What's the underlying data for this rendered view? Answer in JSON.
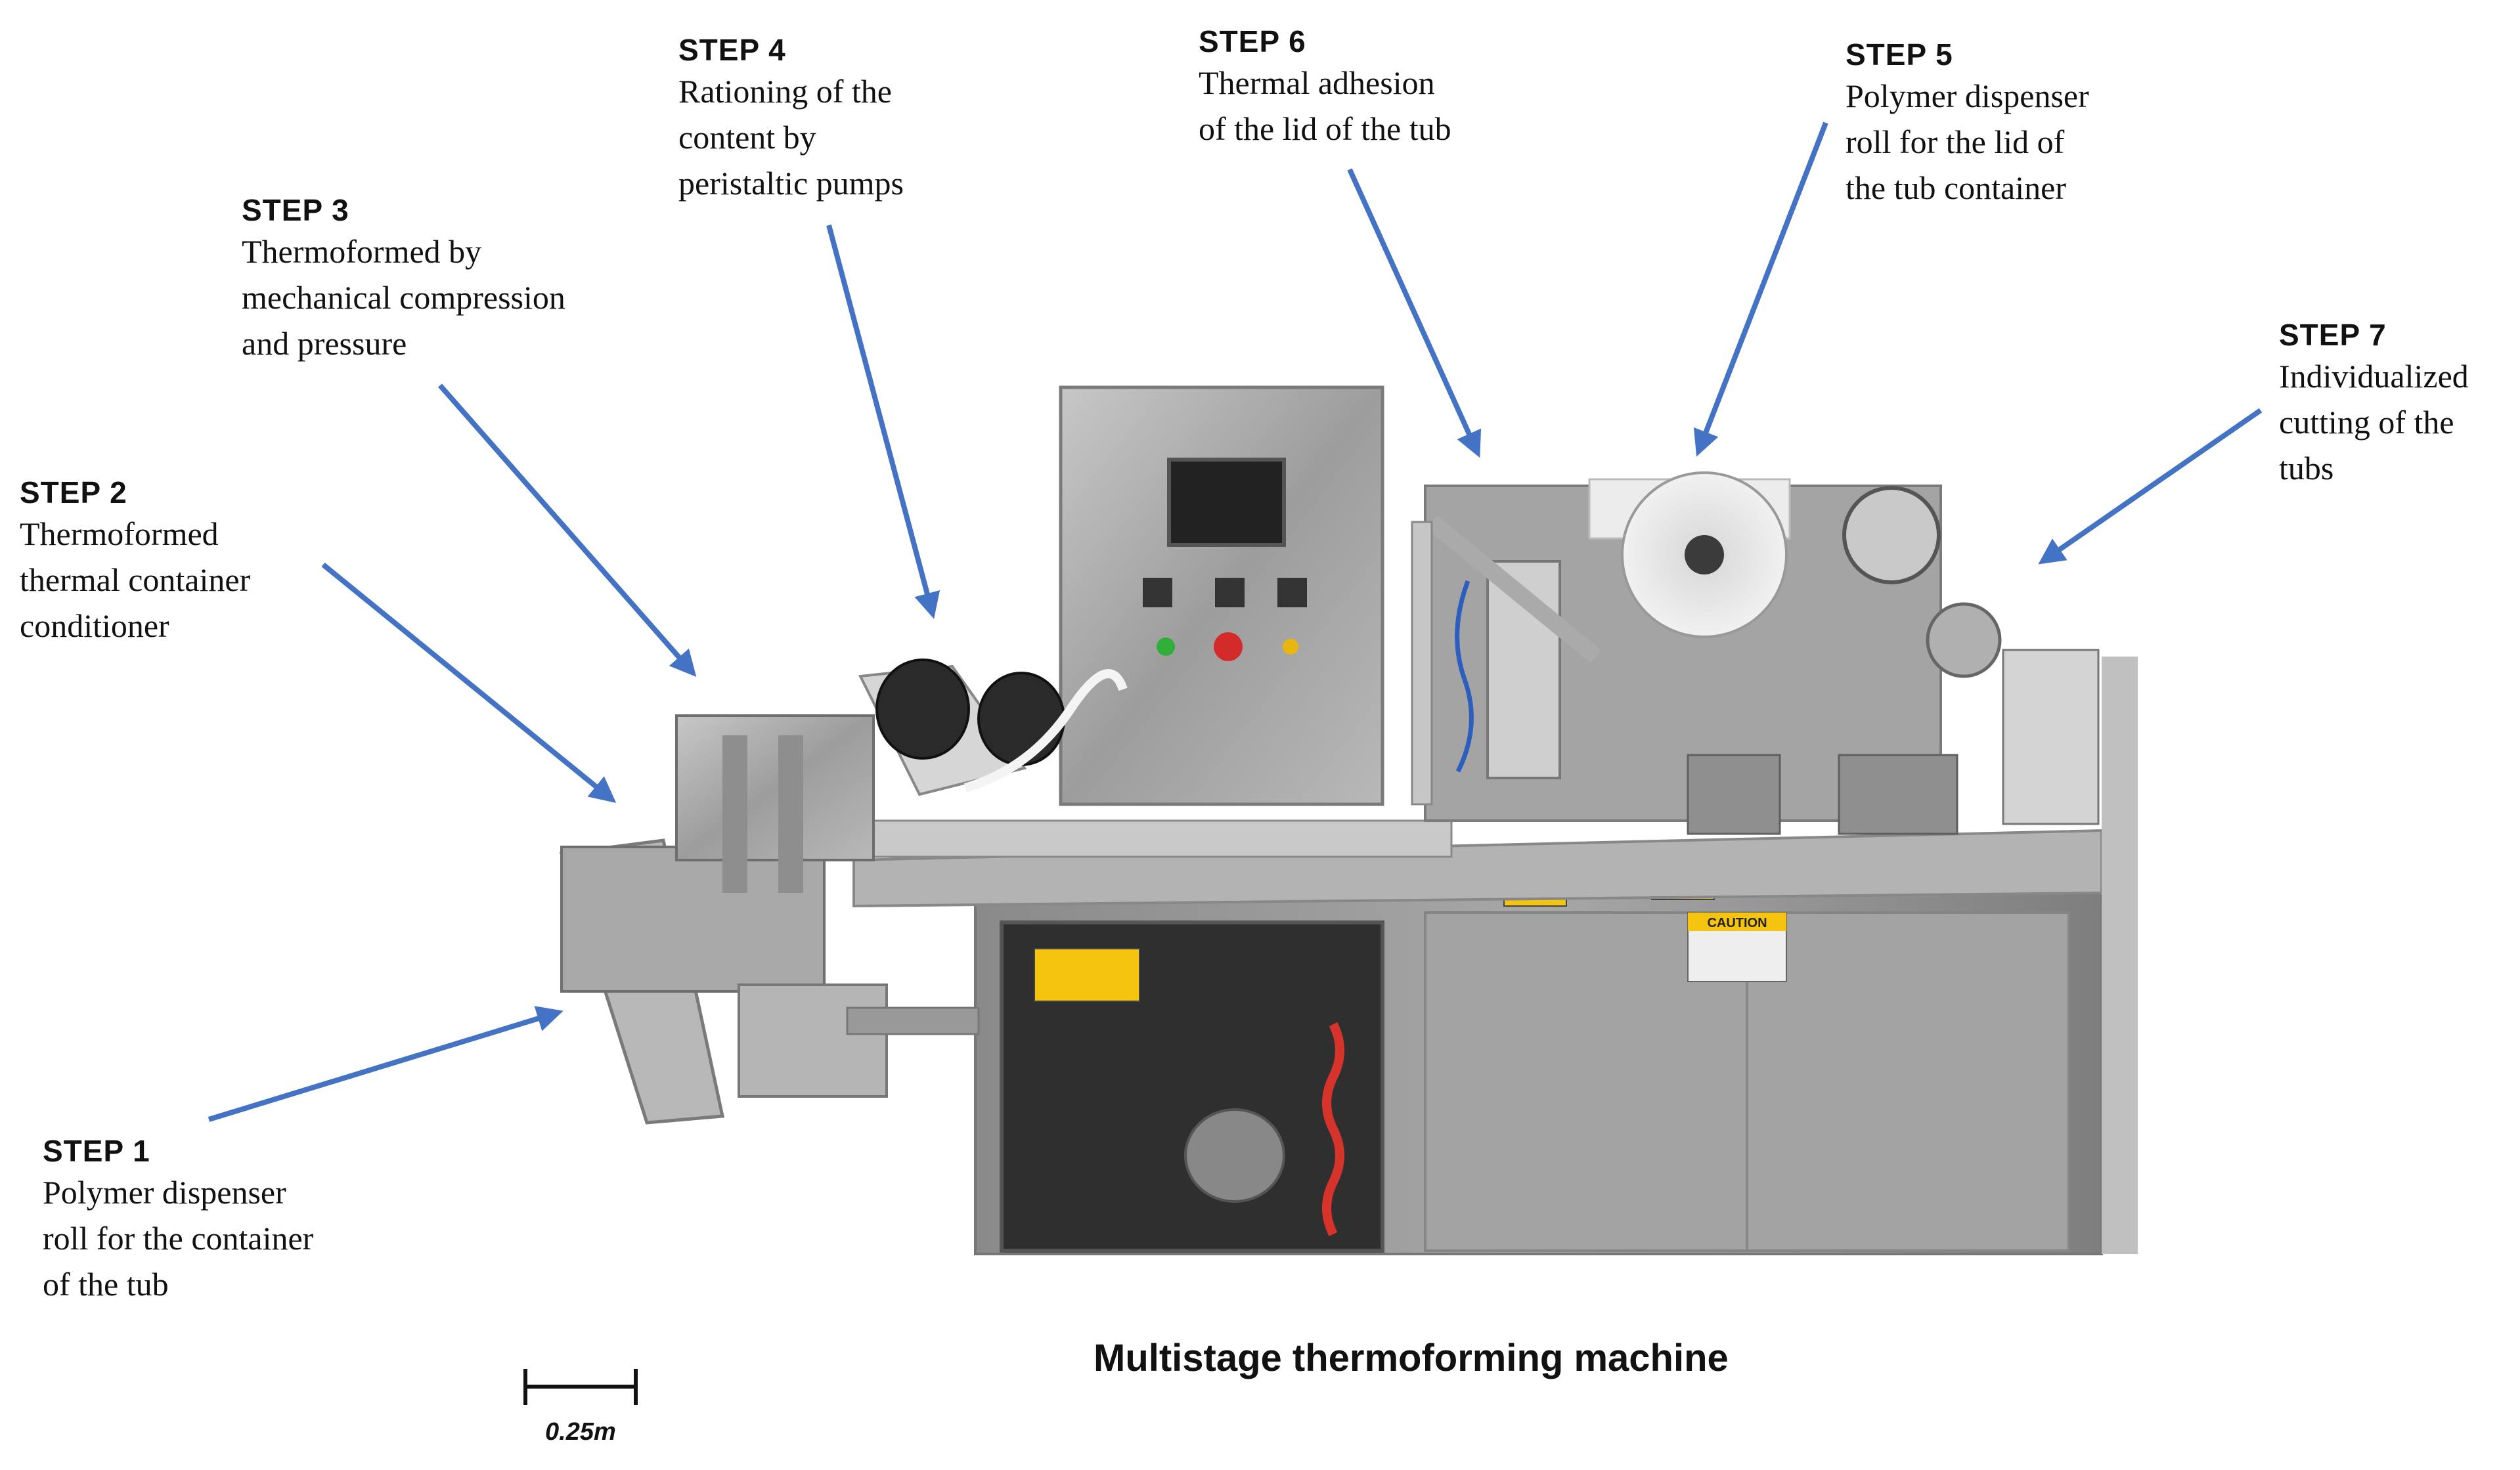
{
  "steps": [
    {
      "title": "STEP  1",
      "lines": [
        "Polymer dispenser",
        "roll for the container",
        "of the tub"
      ]
    },
    {
      "title": "STEP 2",
      "lines": [
        "Thermoformed",
        "thermal container",
        "conditioner"
      ]
    },
    {
      "title": "STEP  3",
      "lines": [
        "Thermoformed by",
        "mechanical compression",
        "and pressure"
      ]
    },
    {
      "title": "STEP 4",
      "lines": [
        "Rationing of the",
        "content by",
        "peristaltic pumps"
      ]
    },
    {
      "title": "STEP  5",
      "lines": [
        "Polymer dispenser",
        "roll for the lid of",
        "the tub container"
      ]
    },
    {
      "title": "STEP  6",
      "lines": [
        "Thermal adhesion",
        "of the lid of the tub"
      ]
    },
    {
      "title": "STEP  7",
      "lines": [
        "Individualized",
        "cutting of the",
        "tubs"
      ]
    }
  ],
  "caption": "Multistage thermoforming machine",
  "scale_bar": {
    "label": "0.25m"
  },
  "warning_labels": [
    "CAUTION"
  ],
  "colors": {
    "arrow": "#4472c4",
    "steel": "#a9a9a9",
    "frame": "#8c8c8c",
    "screen": "#222222"
  }
}
